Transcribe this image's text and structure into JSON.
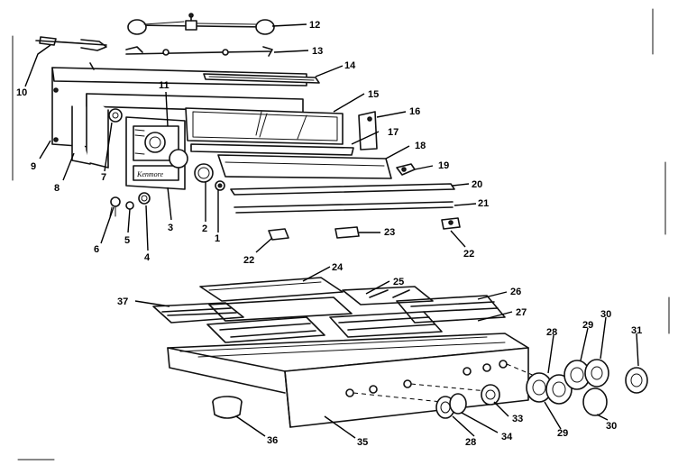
{
  "diagram": {
    "callouts": [
      {
        "id": "c1",
        "text": "1"
      },
      {
        "id": "c2",
        "text": "2"
      },
      {
        "id": "c3",
        "text": "3"
      },
      {
        "id": "c4",
        "text": "4"
      },
      {
        "id": "c5",
        "text": "5"
      },
      {
        "id": "c6",
        "text": "6"
      },
      {
        "id": "c7",
        "text": "7"
      },
      {
        "id": "c8",
        "text": "8"
      },
      {
        "id": "c9",
        "text": "9"
      },
      {
        "id": "c10",
        "text": "10"
      },
      {
        "id": "c11",
        "text": "11"
      },
      {
        "id": "c12",
        "text": "12"
      },
      {
        "id": "c13",
        "text": "13"
      },
      {
        "id": "c14",
        "text": "14"
      },
      {
        "id": "c15",
        "text": "15"
      },
      {
        "id": "c16",
        "text": "16"
      },
      {
        "id": "c17",
        "text": "17"
      },
      {
        "id": "c18",
        "text": "18"
      },
      {
        "id": "c19",
        "text": "19"
      },
      {
        "id": "c20",
        "text": "20"
      },
      {
        "id": "c21",
        "text": "21"
      },
      {
        "id": "c22a",
        "text": "22"
      },
      {
        "id": "c22b",
        "text": "22"
      },
      {
        "id": "c23",
        "text": "23"
      },
      {
        "id": "c24",
        "text": "24"
      },
      {
        "id": "c25",
        "text": "25"
      },
      {
        "id": "c26",
        "text": "26"
      },
      {
        "id": "c27",
        "text": "27"
      },
      {
        "id": "c28a",
        "text": "28"
      },
      {
        "id": "c28b",
        "text": "28"
      },
      {
        "id": "c29a",
        "text": "29"
      },
      {
        "id": "c29b",
        "text": "29"
      },
      {
        "id": "c30a",
        "text": "30"
      },
      {
        "id": "c30b",
        "text": "30"
      },
      {
        "id": "c31",
        "text": "31"
      },
      {
        "id": "c33",
        "text": "33"
      },
      {
        "id": "c34",
        "text": "34"
      },
      {
        "id": "c35",
        "text": "35"
      },
      {
        "id": "c36",
        "text": "36"
      },
      {
        "id": "c37",
        "text": "37"
      }
    ],
    "nameplate_text": "Kenmore"
  },
  "colors": {
    "ink": "#111111",
    "paper": "#ffffff"
  }
}
